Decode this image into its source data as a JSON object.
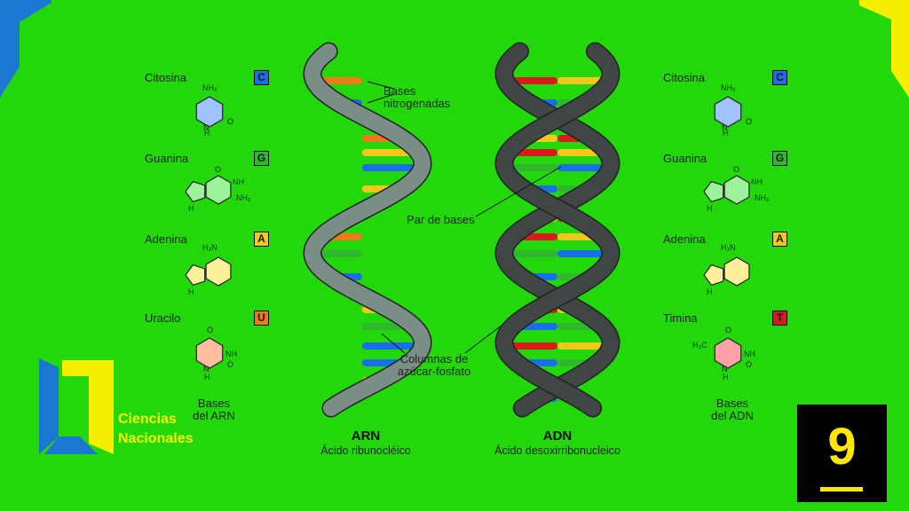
{
  "rna_bases": [
    {
      "name": "Citosina",
      "letter": "C",
      "color": "#1a6fe8",
      "mol": "cytosine",
      "molColor": "#9fc3ff"
    },
    {
      "name": "Guanina",
      "letter": "G",
      "color": "#2fb82f",
      "mol": "guanine",
      "molColor": "#9cf39a"
    },
    {
      "name": "Adenina",
      "letter": "A",
      "color": "#f2c81c",
      "mol": "adenine",
      "molColor": "#fff19a"
    },
    {
      "name": "Uracilo",
      "letter": "U",
      "color": "#ee7a1a",
      "mol": "uracil",
      "molColor": "#ffbf9e"
    }
  ],
  "dna_bases": [
    {
      "name": "Citosina",
      "letter": "C",
      "color": "#1a6fe8",
      "mol": "cytosine",
      "molColor": "#9fc3ff"
    },
    {
      "name": "Guanina",
      "letter": "G",
      "color": "#2fb82f",
      "mol": "guanine",
      "molColor": "#9cf39a"
    },
    {
      "name": "Adenina",
      "letter": "A",
      "color": "#f2c81c",
      "mol": "adenine",
      "molColor": "#fff19a"
    },
    {
      "name": "Timina",
      "letter": "T",
      "color": "#d81c1c",
      "mol": "thymine",
      "molColor": "#ff9fa6"
    }
  ],
  "rna_footer": "Bases\ndel ARN",
  "dna_footer": "Bases\ndel ADN",
  "annotations": {
    "nitrogen_bases": "Bases\nnitrogenadas",
    "base_pair": "Par de bases",
    "sugar_phosphate": "Columnas de\nazúcar-fosfato"
  },
  "rna_title": "ARN",
  "rna_subtitle": "Ácido ribunocléico",
  "dna_title": "ADN",
  "dna_subtitle": "Ácido desoxirribonucleico",
  "brand": "Ciencias\nNacionales",
  "episode_number": "9",
  "colors": {
    "background": "#22d80a",
    "rna_strand": "#7b8d87",
    "dna_strand": "#3f4645",
    "frame_blue": "#1a78d0",
    "frame_yellow": "#f6f000"
  }
}
